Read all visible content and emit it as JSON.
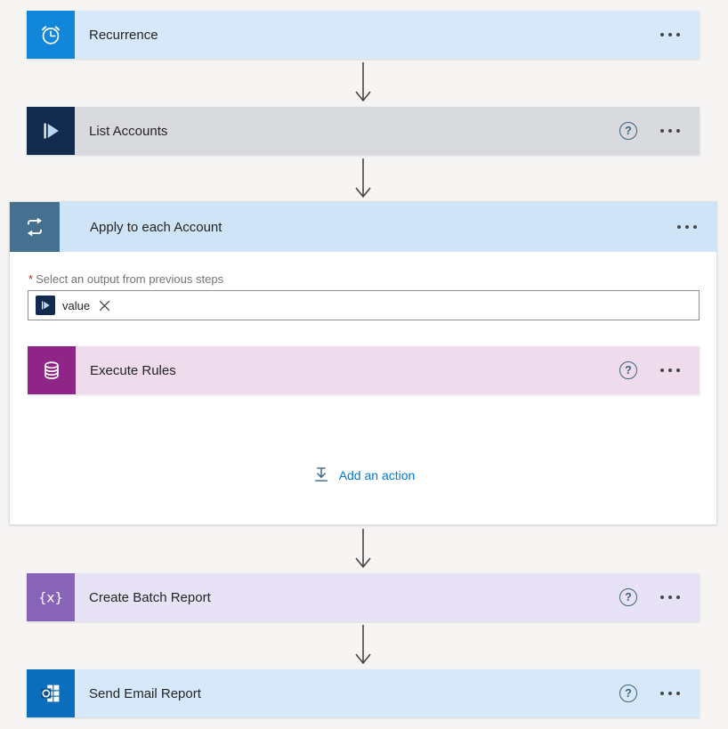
{
  "colors": {
    "accent": "#0078d4",
    "required_marker": "#a4262c",
    "arrow": "#484644",
    "recurrence_tile": "#1286d8",
    "recurrence_card": "#d6e8f9",
    "list_accounts_tile": "#112a4e",
    "list_accounts_card": "#d8dade",
    "foreach_tile": "#45708f",
    "foreach_header": "#cfe4f7",
    "execute_rules_tile": "#8f2586",
    "execute_rules_card": "#eedcec",
    "create_batch_tile": "#8764b8",
    "create_batch_card": "#e8e2f6",
    "send_email_tile": "#0a6ebd",
    "send_email_card": "#d6e8f9"
  },
  "icons": {
    "help_glyph": "?",
    "compose_glyph": "{x}",
    "recurrence": "alarm-clock-icon",
    "list_accounts": "dynamics-icon",
    "apply_to_each": "foreach-loop-icon",
    "execute_rules": "database-icon",
    "create_batch": "compose-braces-icon",
    "send_email": "outlook-icon",
    "menu": "ellipsis-icon",
    "token_remove": "close-icon",
    "add_action": "insert-action-icon"
  },
  "cards": {
    "recurrence": {
      "label": "Recurrence"
    },
    "list_accounts": {
      "label": "List Accounts"
    },
    "apply_to_each": {
      "label": "Apply to each Account",
      "required_marker": "*",
      "field_label": "Select an output from previous steps",
      "token_label": "value",
      "add_action_label": "Add an action"
    },
    "execute_rules": {
      "label": "Execute Rules"
    },
    "create_batch": {
      "label": "Create Batch Report"
    },
    "send_email": {
      "label": "Send Email Report"
    }
  }
}
